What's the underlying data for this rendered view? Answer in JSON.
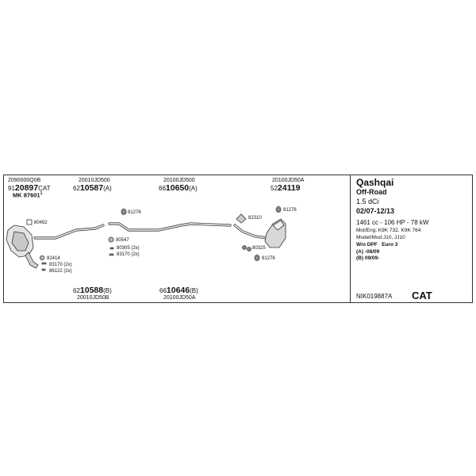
{
  "top_refs": [
    {
      "ref": "2090000Q0B"
    },
    {
      "ref": "20010JD500"
    },
    {
      "ref": "20100JD500"
    },
    {
      "ref": "20100JD50A"
    }
  ],
  "top_parts": [
    {
      "prefix": "91",
      "main": "20897",
      "suffix": "CAT"
    },
    {
      "prefix": "62",
      "main": "10587",
      "suffix": "(A)"
    },
    {
      "prefix": "66",
      "main": "10650",
      "suffix": "(A)"
    },
    {
      "prefix": "52",
      "main": "24119",
      "suffix": ""
    }
  ],
  "mk_label": "MK 87601",
  "mk_sup": "1",
  "small_parts": {
    "p80492": "80492",
    "p82414": "82414",
    "p83170a": "83170 (2x)",
    "p86122": "86122 (2x)",
    "p81276a": "81276",
    "p80547": "80547",
    "p80305": "80305 (2x)",
    "p83170b": "83170 (2x)",
    "p82310": "82310",
    "p81276b": "81276",
    "p80325": "80325",
    "p81276c": "81276"
  },
  "bottom_parts": [
    {
      "prefix": "62",
      "main": "10588",
      "suffix": "(B)",
      "ref": "20010JD50B"
    },
    {
      "prefix": "66",
      "main": "10646",
      "suffix": "(B)",
      "ref": "20100JD50A"
    }
  ],
  "vehicle": {
    "model": "Qashqai",
    "variant": "Off-Road",
    "engine": "1.5 dCi",
    "dates": "02/07-12/13",
    "power": "1461 cc - 106 HP - 78 kW",
    "mot_eng": "Mot/Eng: K9K 732, K9K 764",
    "model_mod": "Model/Mod:J10, JJ10",
    "wo_dpf": "W/o DPF",
    "euro": "Euro 3",
    "variant_a": "(A) -08/09",
    "variant_b": "(B) 09/09-"
  },
  "footer": {
    "code": "NIK019887A",
    "badge": "CAT"
  }
}
